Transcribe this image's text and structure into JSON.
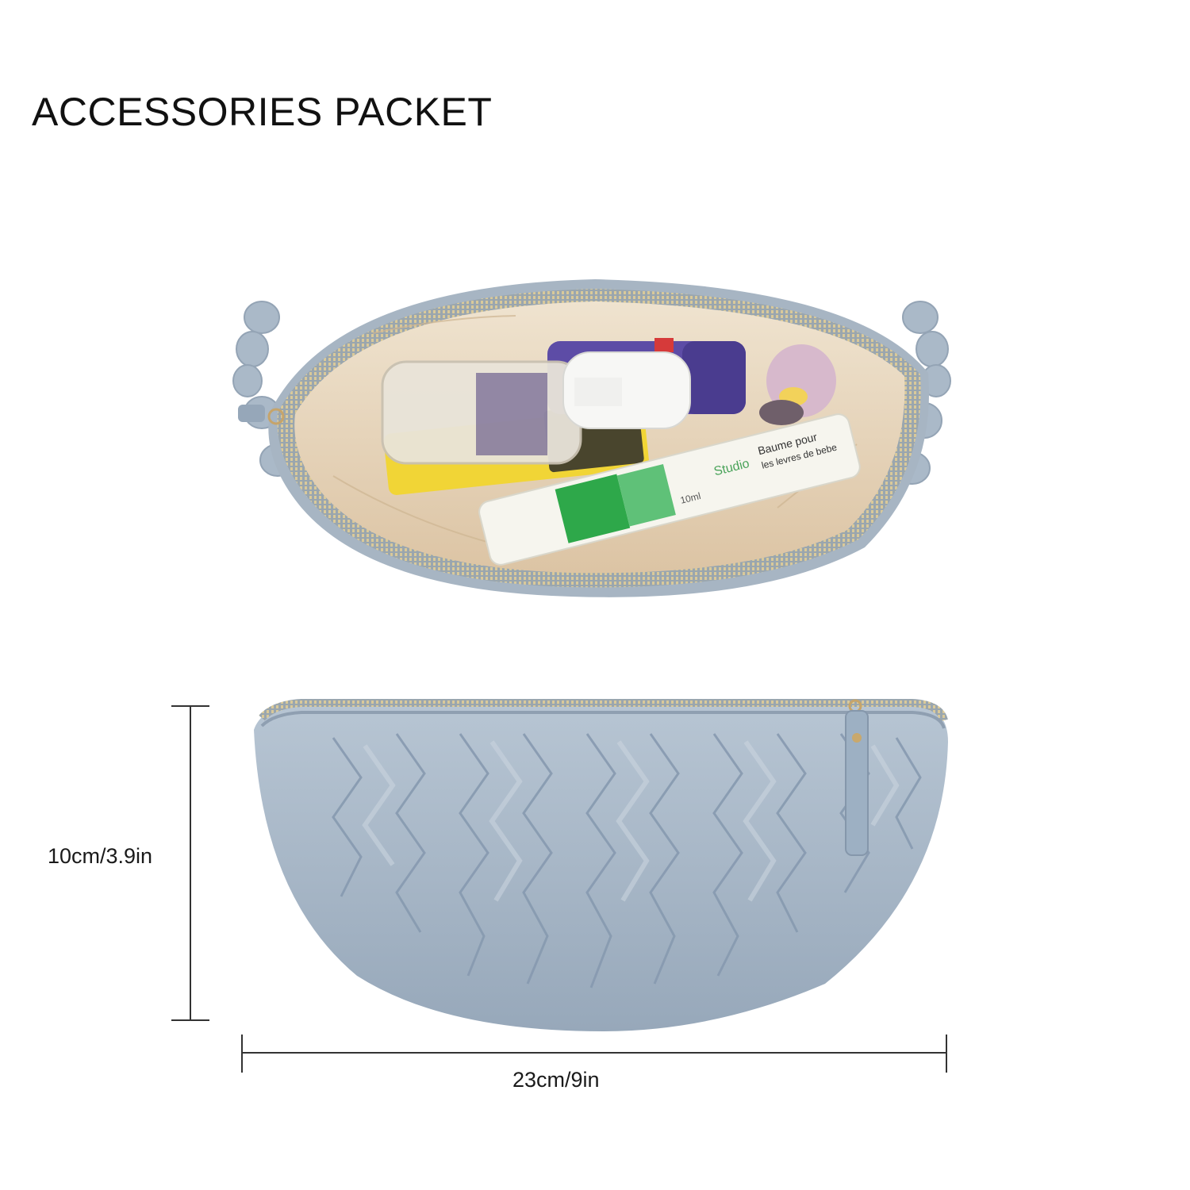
{
  "title": "ACCESSORIES PACKET",
  "dimensions": {
    "height_label": "10cm/3.9in",
    "width_label": "23cm/9in"
  },
  "colors": {
    "bag": "#a9b8c8",
    "bag_shadow": "#8d9db0",
    "lining": "#e6d3b8",
    "zipper": "#c9b889",
    "background": "#ffffff"
  },
  "product_labels": {
    "balm_line1": "Studio",
    "balm_line2": "Baume pour",
    "balm_line3": "les levres de bebe",
    "volume": "10ml"
  }
}
